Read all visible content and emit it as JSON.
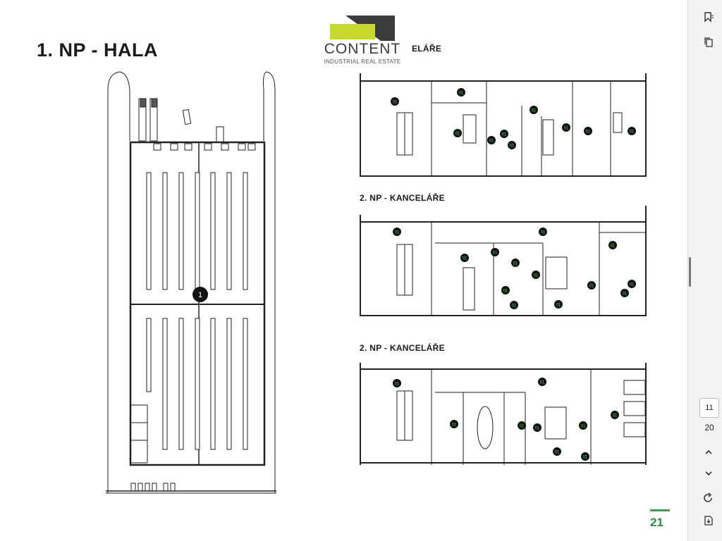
{
  "document": {
    "main_title": "1. NP - HALA",
    "section_labels": [
      "ELÁŘE",
      "2. NP - KANCELÁŘE",
      "2. NP - KANCELÁŘE"
    ],
    "page_number": "21",
    "hall_marker": "1",
    "room_tag": "01"
  },
  "logo": {
    "name": "CONTENT",
    "tagline": "INDUSTRIAL REAL ESTATE",
    "colors": {
      "accent": "#c7d92c",
      "dark": "#3b3b3b"
    }
  },
  "viewer": {
    "current_page": "11",
    "total_pages": "20",
    "icons": [
      "bookmark-icon",
      "copy-icon",
      "chevron-up-icon",
      "chevron-down-icon",
      "rotate-icon",
      "download-icon"
    ]
  },
  "colors": {
    "accent_green": "#2e8b3e"
  }
}
